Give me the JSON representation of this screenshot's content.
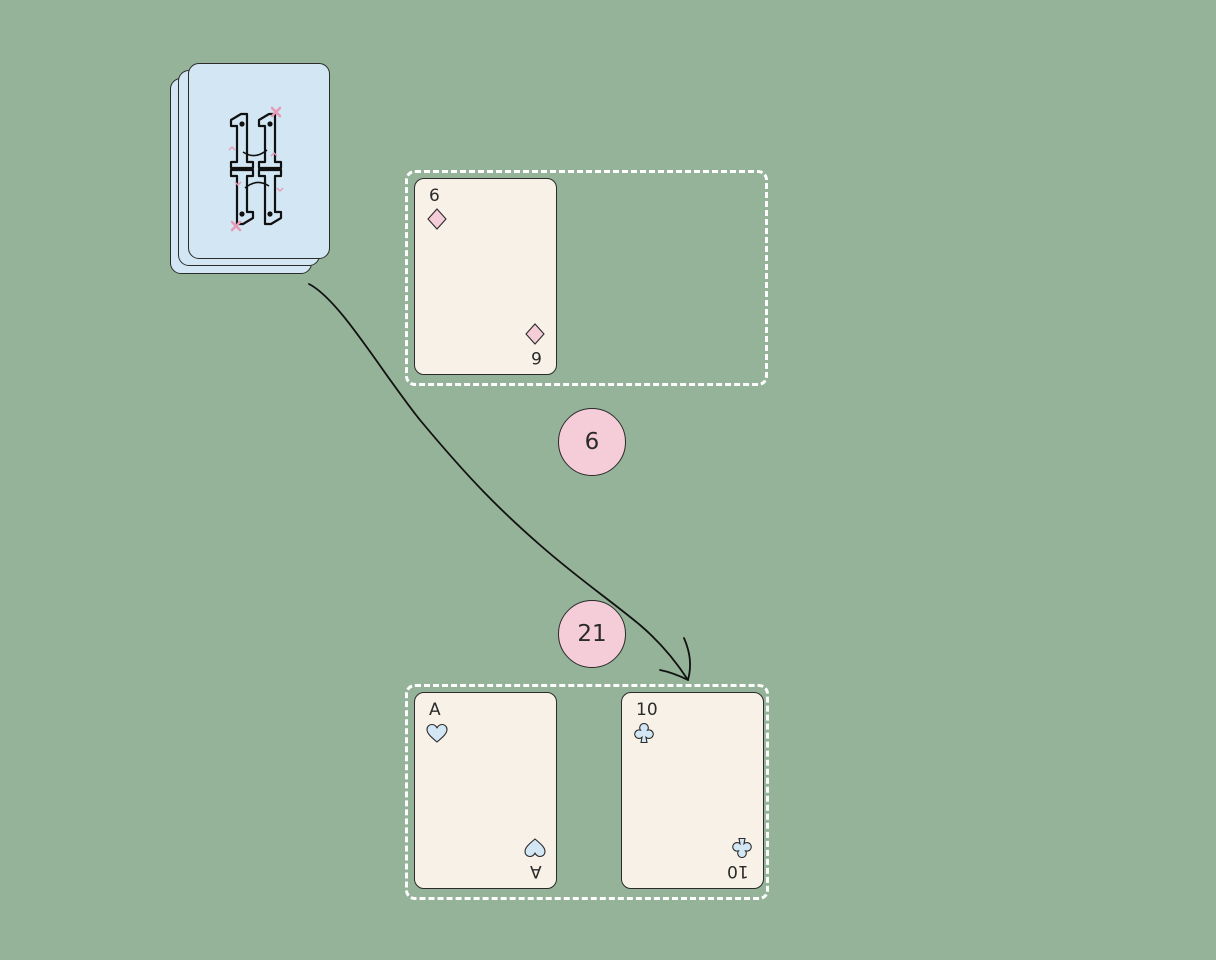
{
  "colors": {
    "table": "#95b398",
    "deck_back": "#d2e6f3",
    "card_face": "#f8f1e8",
    "score_bubble": "#f5cdd9",
    "diamond": "#f5cdd9",
    "blue_suit": "#d2e6f3",
    "zone_border": "#ffffff"
  },
  "deck": {
    "logo_icon": "eleven-logo-icon",
    "card_count_visible": 3
  },
  "dealer": {
    "score": "6",
    "cards": [
      {
        "rank": "6",
        "suit": "diamond"
      }
    ]
  },
  "player": {
    "score": "21",
    "cards": [
      {
        "rank": "A",
        "suit": "heart"
      },
      {
        "rank": "10",
        "suit": "club"
      }
    ]
  },
  "hint_arrow": {
    "icon": "drag-hint-arrow-icon",
    "from": "deck",
    "to": "player-zone"
  }
}
